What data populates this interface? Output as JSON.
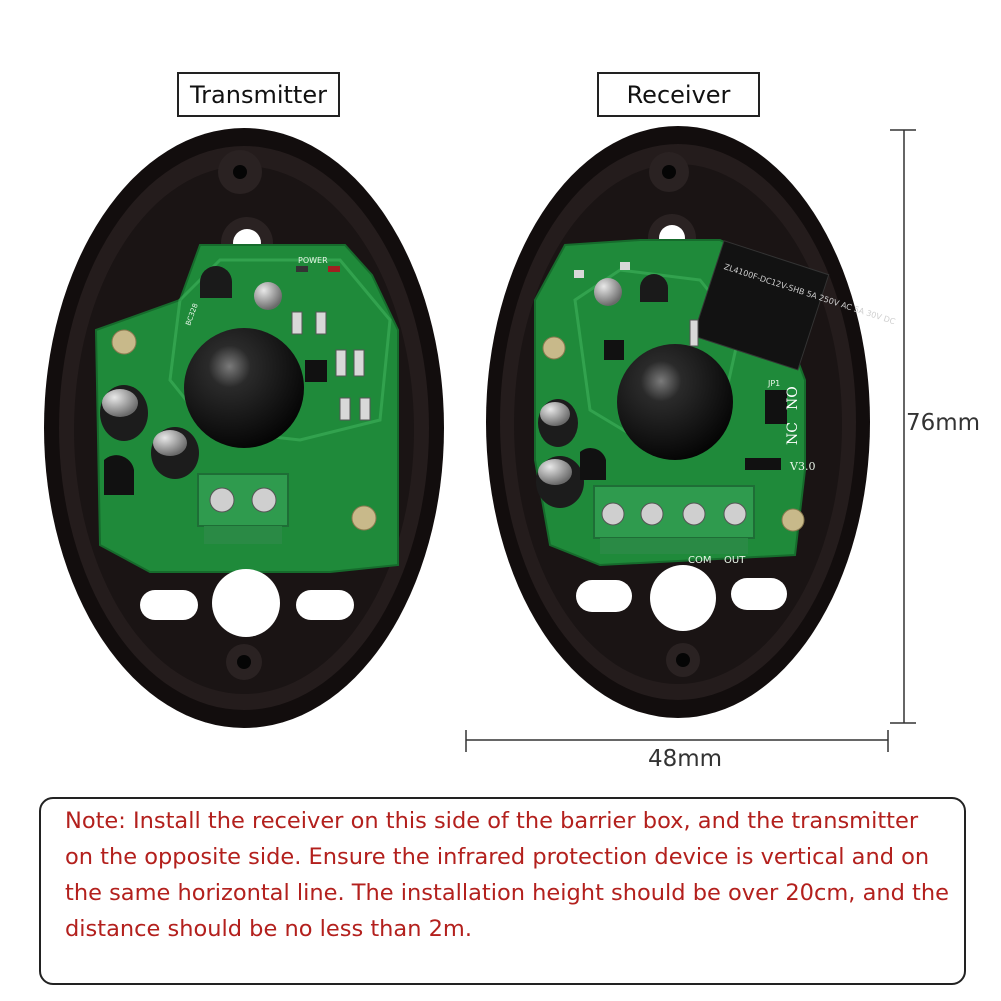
{
  "labels": {
    "transmitter": "Transmitter",
    "receiver": "Receiver"
  },
  "dimensions": {
    "height": "76mm",
    "width": "48mm"
  },
  "pcb_markings": {
    "tx_power": "POWER",
    "tx_bc": "BC328",
    "rx_relay": "ZL4100F-DC12V-SHB 5A 250V AC 5A 30V DC",
    "rx_jp": "JP1",
    "rx_nc": "NC",
    "rx_no": "NO",
    "rx_version": "V3.0",
    "rx_com": "COM",
    "rx_out": "OUT"
  },
  "note": {
    "text": "Note: Install the receiver on this side of the barrier box, and the transmitter on the opposite side. Ensure the infrared protection device is vertical and on the same horizontal line. The installation height should be over 20cm, and the distance should be no less than 2m."
  },
  "colors": {
    "note_text": "#b3201d",
    "pcb_green": "#1f8a3a",
    "housing": "#1a1414",
    "terminal": "#2f9b4e"
  }
}
